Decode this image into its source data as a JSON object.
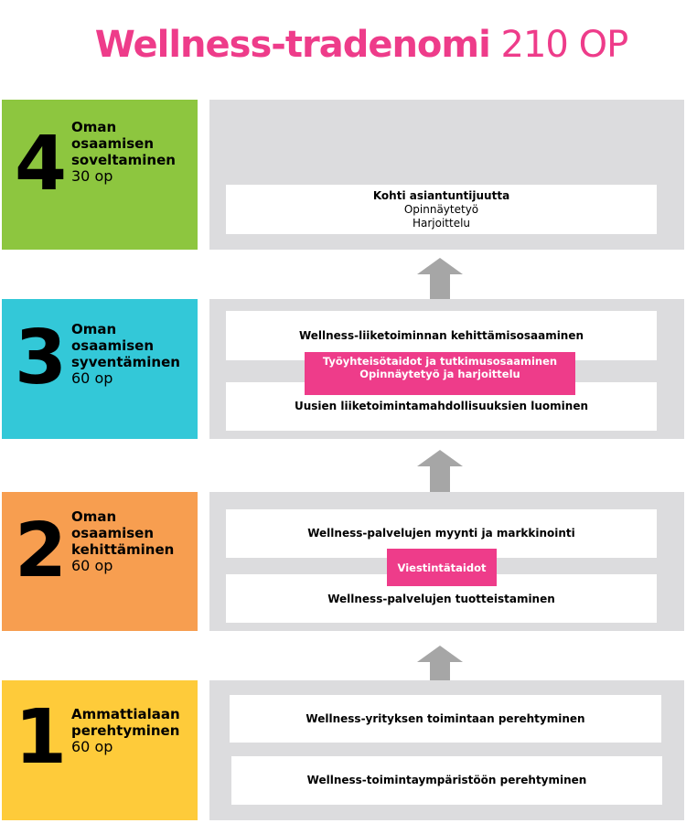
{
  "title": {
    "bold": "Wellness-tradenomi",
    "normal": "210 OP"
  },
  "colors": {
    "pink": "#ee3c8a",
    "green": "#8dc63f",
    "cyan": "#33c8d8",
    "orange": "#f79e50",
    "yellow": "#fecb3a",
    "grey": "#dcdcde",
    "arrow": "#a6a6a6"
  },
  "levels": [
    {
      "number": "4",
      "lines": [
        "Oman",
        "osaamisen",
        "soveltaminen"
      ],
      "credits": "30 op",
      "boxes": [
        {
          "title": "Kohti asiantuntijuutta",
          "sub": [
            "Opinnäytetyö",
            "Harjoittelu"
          ]
        }
      ]
    },
    {
      "number": "3",
      "lines": [
        "Oman",
        "osaamisen",
        "syventäminen"
      ],
      "credits": "60 op",
      "boxes": [
        {
          "title": "Wellness-liiketoiminnan kehittämisosaaminen"
        },
        {
          "title": "Uusien liiketoimintamahdollisuuksien luominen"
        }
      ],
      "highlight": [
        "Työyhteisötaidot ja tutkimusosaaminen",
        "Opinnäytetyö ja harjoittelu"
      ]
    },
    {
      "number": "2",
      "lines": [
        "Oman",
        "osaamisen",
        "kehittäminen"
      ],
      "credits": "60 op",
      "boxes": [
        {
          "title": "Wellness-palvelujen myynti ja markkinointi"
        },
        {
          "title": "Wellness-palvelujen tuotteistaminen"
        }
      ],
      "highlight": [
        "Viestintätaidot"
      ]
    },
    {
      "number": "1",
      "lines": [
        "Ammattialaan",
        "perehtyminen"
      ],
      "credits": "60 op",
      "boxes": [
        {
          "title": "Wellness-yrityksen toimintaan perehtyminen"
        },
        {
          "title": "Wellness-toimintaympäristöön perehtyminen"
        }
      ]
    }
  ]
}
